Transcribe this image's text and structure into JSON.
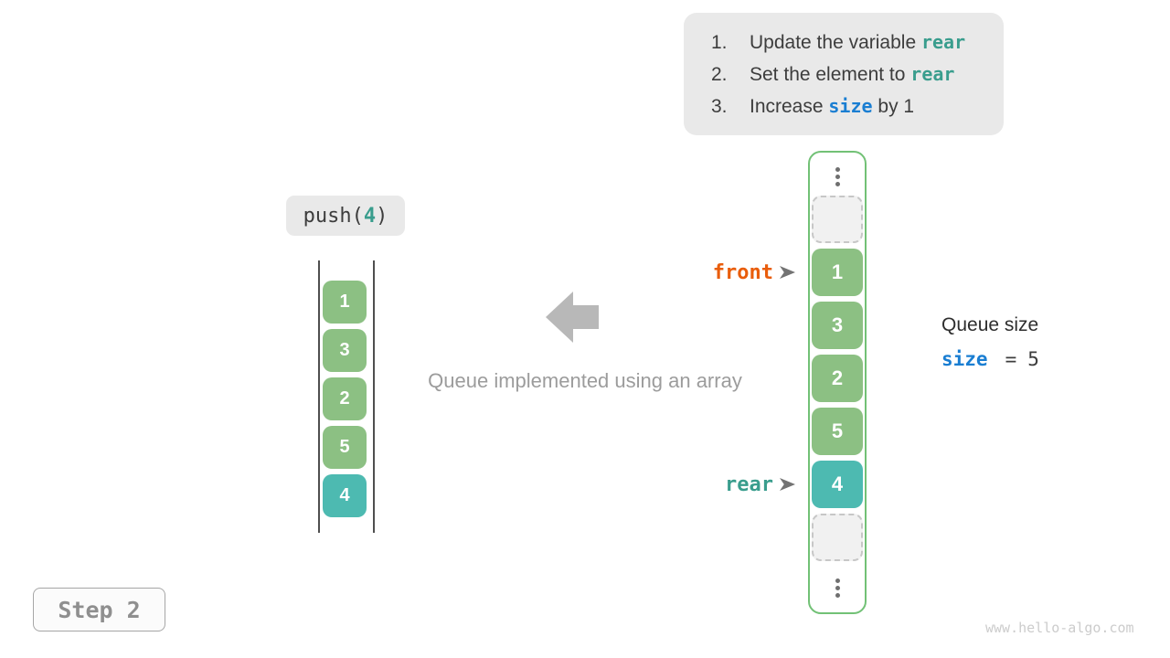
{
  "colors": {
    "panel-bg": "#e9e9e9",
    "text-dark": "#3d3d3d",
    "code-teal": "#399d8d",
    "code-blue": "#1a7ed2",
    "orange": "#e95d0b",
    "green": "#8cc083",
    "teal-box": "#4dbab1",
    "green-border": "#72c176",
    "caption-gray": "#9c9c9c",
    "arrow-gray": "#b8b8b8",
    "line-dark": "#4f4f4f",
    "dot-gray": "#6f6f6f",
    "dash-border": "#c7c7c7",
    "dash-fill": "#f1f1f1",
    "step-text": "#8f8f8f",
    "step-border": "#a6a6a6",
    "watermark": "#cccccc",
    "pointer-arrow": "#737373"
  },
  "instructions": {
    "item1": {
      "num": "1.",
      "pre": "Update the variable ",
      "code": "rear",
      "post": ""
    },
    "item2": {
      "num": "2.",
      "pre": "Set the element to ",
      "code": "rear",
      "post": ""
    },
    "item3": {
      "num": "3.",
      "pre": "Increase ",
      "code": "size",
      "post": " by 1"
    }
  },
  "operation": {
    "fn": "push(",
    "arg": "4",
    "close": ")"
  },
  "old_queue": {
    "values": [
      "1",
      "3",
      "2",
      "5",
      "4"
    ]
  },
  "array_view": {
    "cells": [
      {
        "value": "1",
        "state": "normal"
      },
      {
        "value": "3",
        "state": "normal"
      },
      {
        "value": "2",
        "state": "normal"
      },
      {
        "value": "5",
        "state": "normal"
      },
      {
        "value": "4",
        "state": "new"
      }
    ]
  },
  "pointers": {
    "front": "front",
    "rear": "rear"
  },
  "size_info": {
    "caption": "Queue size",
    "variable": "size",
    "equals": "=",
    "value": "5"
  },
  "caption": "Queue implemented using an array",
  "step_label": "Step 2",
  "watermark": "www.hello-algo.com"
}
